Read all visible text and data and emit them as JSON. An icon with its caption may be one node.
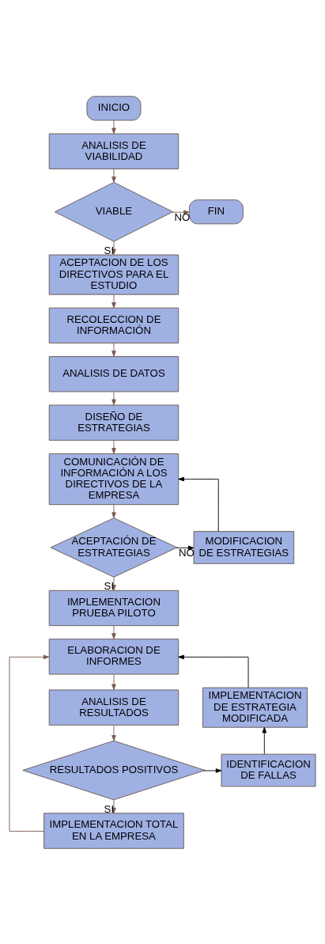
{
  "diagram": {
    "nodes": [
      {
        "text": [
          "INICIO"
        ]
      },
      {
        "text": [
          "ANALISIS DE VIABILIDAD"
        ]
      },
      {
        "text": [
          "VIABLE"
        ]
      },
      {
        "text": [
          "FIN"
        ]
      },
      {
        "text": [
          "ACEPTACION DE LOS DIRECTIVOS PARA EL ESTUDIO"
        ]
      },
      {
        "text": [
          "RECOLECCION DE INFORMACIÓN"
        ]
      },
      {
        "text": [
          "ANALISIS DE DATOS"
        ]
      },
      {
        "text": [
          "DISEÑO DE ESTRATEGIAS"
        ]
      },
      {
        "text": [
          "COMUNICACIÓN DE INFORMACIÓN A LOS DIRECTIVOS DE LA EMPRESA"
        ]
      },
      {
        "text": [
          "ACEPTACIÓN DE ESTRATEGIAS"
        ]
      },
      {
        "text": [
          "MODIFICACION DE ESTRATEGIAS"
        ]
      },
      {
        "text": [
          "IMPLEMENTACION PRUEBA PILOTO"
        ]
      },
      {
        "text": [
          "ELABORACION DE INFORMES"
        ]
      },
      {
        "text": [
          "ANALISIS DE RESULTADOS"
        ]
      },
      {
        "text": [
          "IMPLEMENTACION DE ESTRATEGIA MODIFICADA"
        ]
      },
      {
        "text": [
          "RESULTADOS POSITIVOS"
        ]
      },
      {
        "text": [
          "IDENTIFICACION DE FALLAS"
        ]
      },
      {
        "text": [
          "IMPLEMENTACION TOTAL EN LA EMPRESA"
        ]
      }
    ],
    "edges": [
      {
        "from": 0,
        "to": 1,
        "arrow": "to"
      },
      {
        "from": 1,
        "to": 2,
        "arrow": "to"
      },
      {
        "from": 2,
        "to": 3,
        "arrow": "to",
        "label": "NO"
      },
      {
        "from": 2,
        "to": 4,
        "arrow": "to",
        "label": "SI"
      },
      {
        "from": 4,
        "to": 5,
        "arrow": "to"
      },
      {
        "from": 5,
        "to": 6,
        "arrow": "to"
      },
      {
        "from": 6,
        "to": 7,
        "arrow": "to"
      },
      {
        "from": 7,
        "to": 8,
        "arrow": "to"
      },
      {
        "from": 8,
        "to": 9,
        "arrow": "to"
      },
      {
        "from": 9,
        "to": 10,
        "arrow": "to",
        "label": "NO",
        "color": "#000000"
      },
      {
        "from": 10,
        "to": 8,
        "arrow": "to",
        "color": "#000000"
      },
      {
        "from": 9,
        "to": 11,
        "arrow": "to",
        "label": "SI"
      },
      {
        "from": 11,
        "to": 12,
        "arrow": "to"
      },
      {
        "from": 12,
        "to": 13,
        "arrow": "to"
      },
      {
        "from": 13,
        "to": 15,
        "arrow": "to"
      },
      {
        "from": 15,
        "to": 16,
        "arrow": "to",
        "color": "#000000"
      },
      {
        "from": 16,
        "to": 14,
        "arrow": "to",
        "color": "#000000"
      },
      {
        "from": 14,
        "to": 12,
        "arrow": "to",
        "color": "#000000"
      },
      {
        "from": 15,
        "to": 17,
        "arrow": "to",
        "label": "SI"
      },
      {
        "from": 17,
        "to": 12,
        "arrow": "to"
      }
    ]
  }
}
